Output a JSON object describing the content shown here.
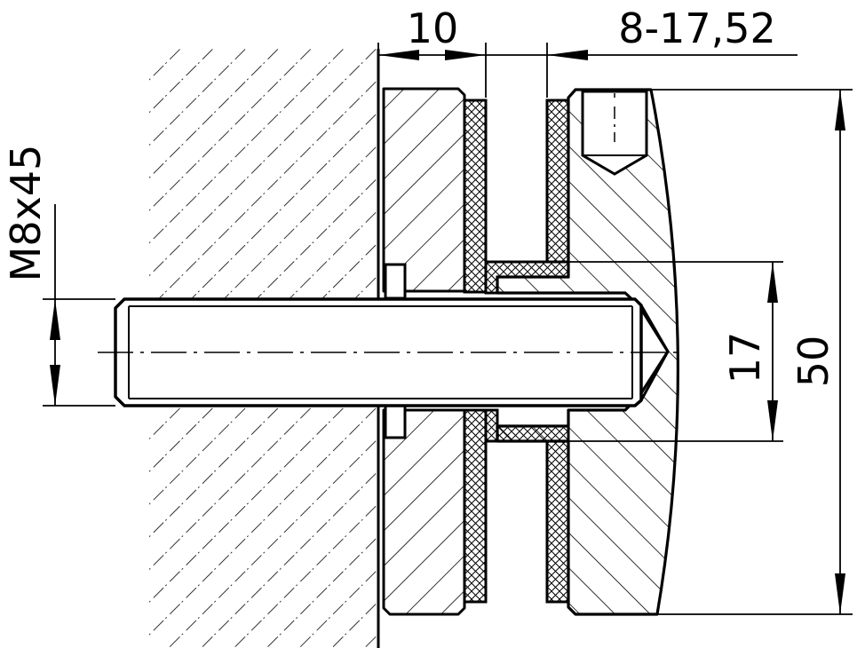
{
  "dimensions": {
    "thickness_plate": "10",
    "glass_range": "8-17,52",
    "bolt_spec": "M8x45",
    "inner_diameter": "17",
    "outer_diameter": "50"
  },
  "colors": {
    "line": "#000000",
    "background": "#ffffff"
  }
}
